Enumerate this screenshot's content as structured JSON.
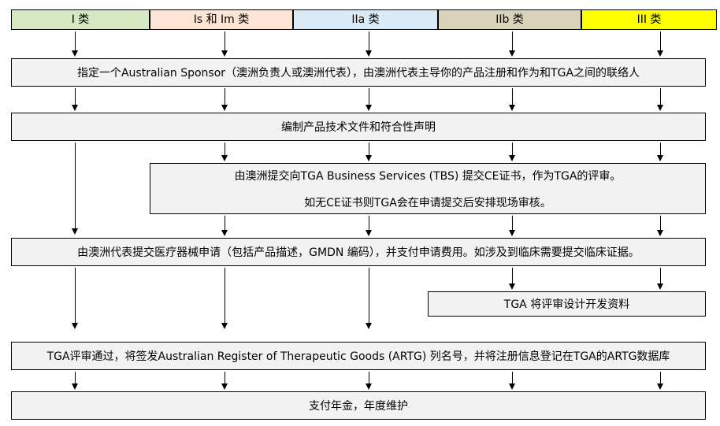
{
  "header": {
    "categories": [
      {
        "label": "I 类",
        "color": "#d5e8c2"
      },
      {
        "label": "Is 和 Im 类",
        "color": "#fce5d5"
      },
      {
        "label": "IIa 类",
        "color": "#daeaf6"
      },
      {
        "label": "IIb 类",
        "color": "#d9d3ba"
      },
      {
        "label": "III 类",
        "color": "#ffff00"
      }
    ]
  },
  "steps": {
    "sponsor": "指定一个Australian Sponsor（澳洲负责人或澳洲代表），由澳洲代表主导你的产品注册和作为和TGA之间的联络人",
    "technical_file": "编制产品技术文件和符合性声明",
    "ce_submission_line1": "由澳洲提交向TGA Business Services (TBS) 提交CE证书，作为TGA的评审。",
    "ce_submission_line2": "如无CE证书则TGA会在申请提交后安排现场审核。",
    "application": "由澳洲代表提交医疗器械申请（包括产品描述，GMDN 编码），并支付申请费用。如涉及到临床需要提交临床证据。",
    "design_review": "TGA 将评审设计开发资料",
    "artg_listing": "TGA评审通过，将签发Australian Register of Therapeutic Goods (ARTG) 列名号，并将注册信息登记在TGA的ARTG数据库",
    "annual_fee": "支付年金，年度维护"
  },
  "colors": {
    "box_fill": "#f2f2f2",
    "box_border": "#000000",
    "background": "#ffffff"
  }
}
